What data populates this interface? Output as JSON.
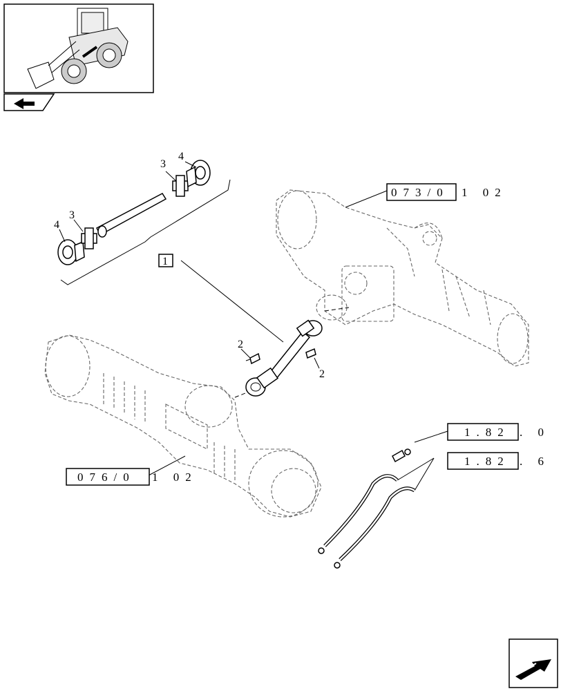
{
  "thumbnail": {
    "icon": "wheel-loader-thumbnail"
  },
  "nav": {
    "back_icon": "back-arrow-icon",
    "next_icon": "next-page-arrow-icon"
  },
  "callouts": {
    "main_part": "1",
    "screws_left": "2",
    "screws_right": "2",
    "cross_upper": "3",
    "cross_lower": "3",
    "flange_upper": "4",
    "flange_lower": "4"
  },
  "references": {
    "rear_axle": {
      "box": "073/0",
      "suffix": "1 02"
    },
    "front_axle": {
      "box": "076/0",
      "suffix": "1 02"
    },
    "sensor": {
      "box": "1.82",
      "suffix": ". 0"
    },
    "hoses": {
      "box": "1.82",
      "suffix": ". 6"
    }
  }
}
